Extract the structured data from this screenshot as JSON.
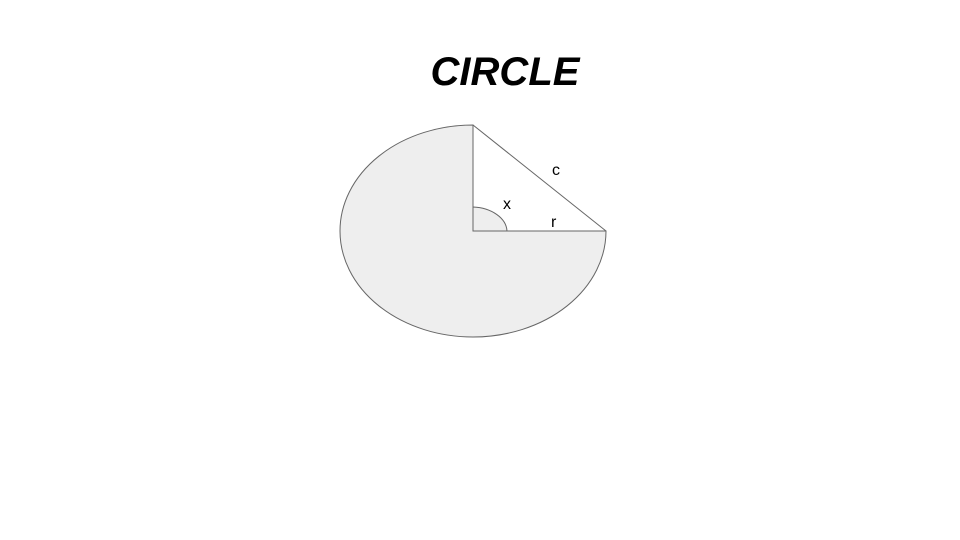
{
  "title": "CIRCLE",
  "labels": {
    "angle": "x",
    "radius": "r",
    "chord": "c"
  },
  "colors": {
    "fill": "#eeeeee",
    "stroke": "#666666",
    "text": "#000000"
  }
}
